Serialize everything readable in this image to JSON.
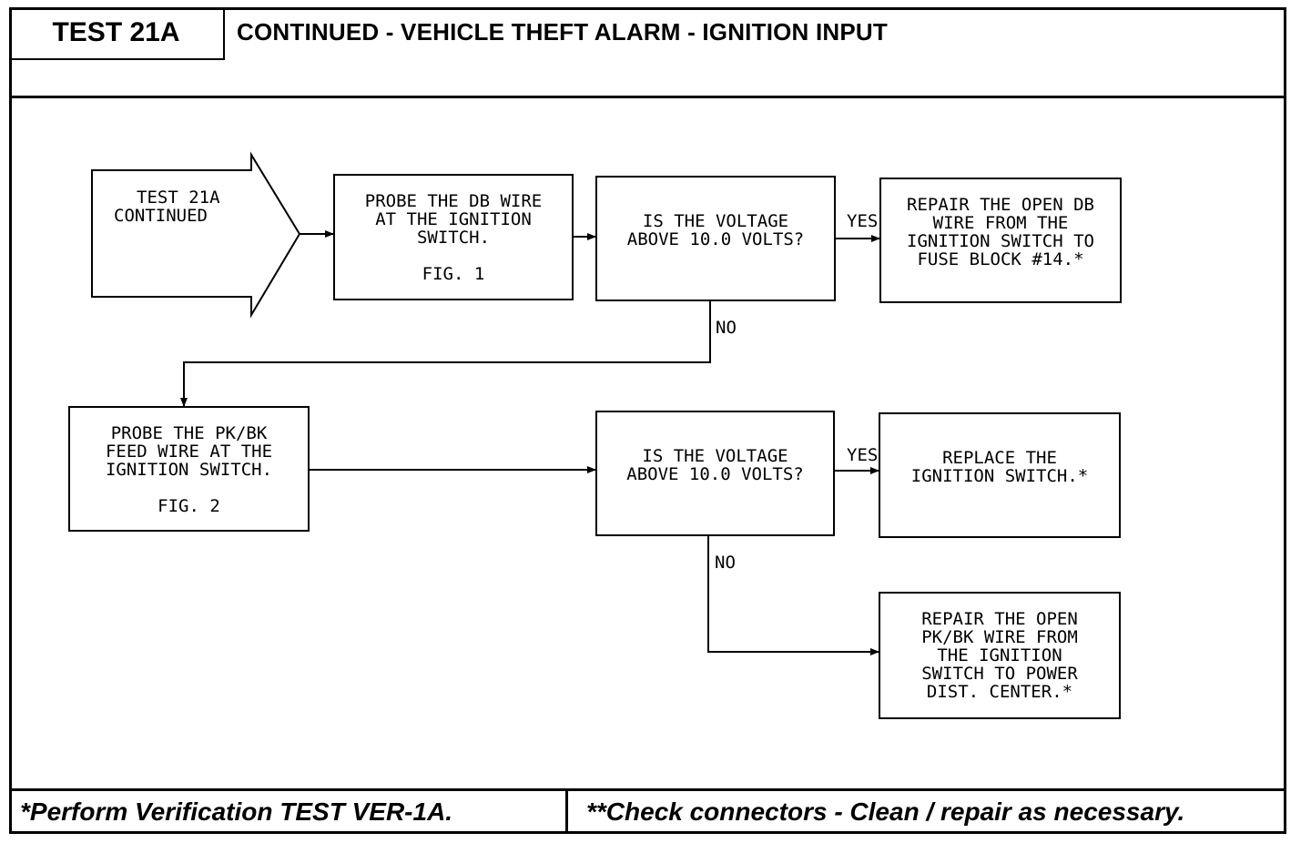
{
  "header": {
    "test_label": "TEST 21A",
    "title": "CONTINUED - VEHICLE THEFT ALARM - IGNITION INPUT"
  },
  "flowchart": {
    "start": {
      "line1": "TEST 21A",
      "line2": "CONTINUED"
    },
    "probe_db": {
      "lines": "PROBE THE DB WIRE\nAT THE IGNITION\nSWITCH.",
      "fig": "FIG. 1"
    },
    "voltage_check_1": {
      "lines": "IS THE VOLTAGE\nABOVE 10.0 VOLTS?"
    },
    "repair_db": {
      "lines": "REPAIR THE OPEN DB\nWIRE FROM THE\nIGNITION SWITCH TO\nFUSE BLOCK #14.*"
    },
    "probe_pkbk": {
      "lines": "PROBE THE PK/BK\nFEED WIRE AT THE\nIGNITION SWITCH.",
      "fig": "FIG. 2"
    },
    "voltage_check_2": {
      "lines": "IS THE VOLTAGE\nABOVE 10.0 VOLTS?"
    },
    "replace_switch": {
      "lines": "REPLACE THE\nIGNITION SWITCH.*"
    },
    "repair_pkbk": {
      "lines": "REPAIR THE OPEN\nPK/BK WIRE FROM\nTHE IGNITION\nSWITCH TO POWER\nDIST. CENTER.*"
    },
    "labels": {
      "yes_1": "YES",
      "no_1": "NO",
      "yes_2": "YES",
      "no_2": "NO"
    }
  },
  "footer": {
    "left": "*Perform Verification TEST VER-1A.",
    "right": "**Check connectors - Clean / repair as necessary."
  }
}
